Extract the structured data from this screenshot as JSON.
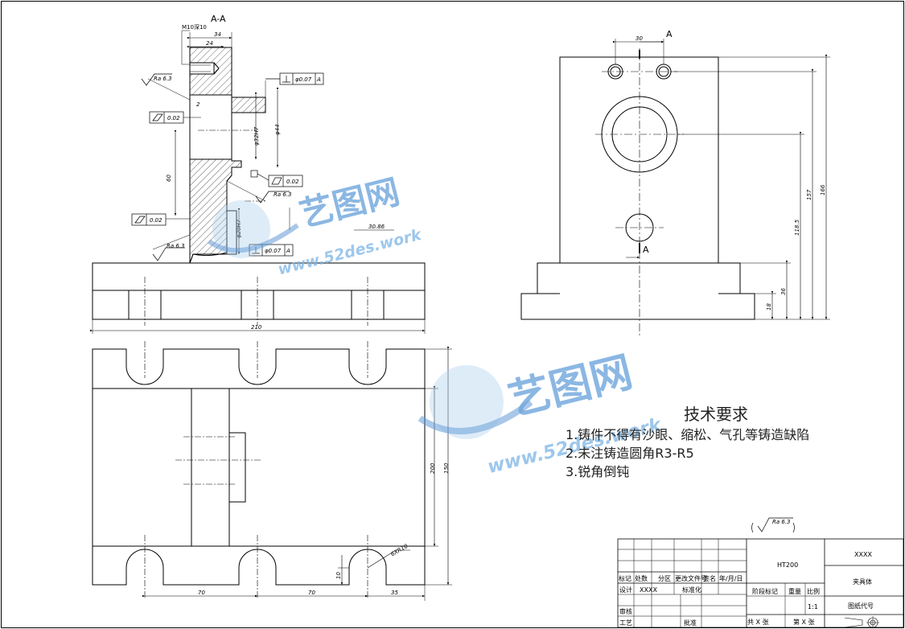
{
  "section_label": "A-A",
  "view_arrow_label": "A",
  "thread_callout": "M10深10",
  "roughness": {
    "r1": "Ra 6.3",
    "r2": "Ra 6.3",
    "r3": "Ra 6.3",
    "general": "Ra 6.3"
  },
  "tolerance_frames": {
    "perp_top": {
      "value": "φ0.07",
      "datum": "A"
    },
    "cyl_1": {
      "value": "0.02"
    },
    "flat_1": {
      "value": "0.02"
    },
    "cyl_2": {
      "value": "0.02"
    },
    "perp_bottom": {
      "value": "φ0.07",
      "datum": "A"
    }
  },
  "dimensions": {
    "d34": "34",
    "d24": "24",
    "d2": "2",
    "d60": "60",
    "dia32": "φ32H7",
    "dia44": "φ44",
    "dia20": "φ20H7",
    "d30_86": "30.86",
    "d210": "210",
    "d30": "30",
    "d166": "166",
    "d157": "157",
    "d118_5": "118.5",
    "d36": "36",
    "d18": "18",
    "d200": "200",
    "d150": "150",
    "d70a": "70",
    "d70b": "70",
    "d35": "35",
    "d10": "10",
    "slot": "6XR10"
  },
  "watermark": {
    "brand": "艺图网",
    "url": "www.52des.work"
  },
  "requirements": {
    "title": "技术要求",
    "items": [
      "1.铸件不得有沙眼、缩松、气孔等铸造缺陷",
      "2.未注铸造圆角R3-R5",
      "3.锐角倒钝"
    ]
  },
  "title_block": {
    "material": "HT200",
    "company": "XXXX",
    "part_name": "夹具体",
    "drawing_no_label": "图纸代号",
    "scale": "1:1",
    "h_mark": "标记",
    "h_count": "处数",
    "h_zone": "分区",
    "h_docno": "更改文件号",
    "h_sign": "签名",
    "h_date": "年/月/日",
    "designer_label": "设计",
    "designer": "XXXX",
    "standard_label": "标准化",
    "review_label": "审核",
    "process_label": "工艺",
    "approve_label": "批准",
    "stage_label": "阶段标记",
    "weight_label": "重量",
    "scale_label": "比例",
    "sheets_total": "共 X 张",
    "sheet_no": "第 X 张"
  }
}
